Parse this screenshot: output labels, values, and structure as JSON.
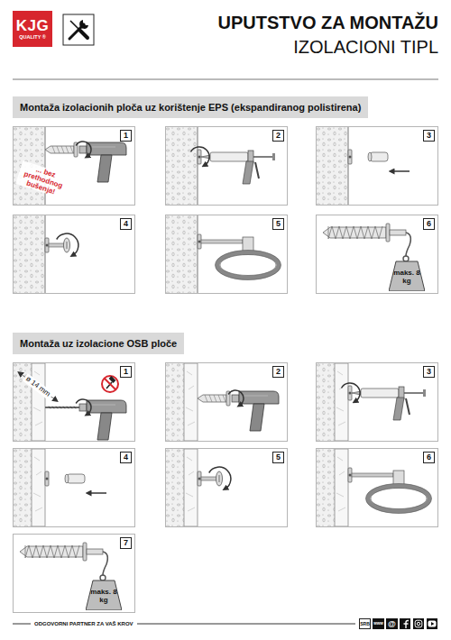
{
  "diagram": {
    "title": "UPUTSTVO ZA MONTAŽU",
    "nodes": [
      {
        "text": [
          "KJG",
          "QUALITY ®"
        ]
      },
      {
        "text": [
          "Montaža izolacionih ploča uz korištenje EPS (ekspandiranog polistirena)"
        ]
      },
      {
        "text": [
          "1"
        ]
      },
      {
        "text": [
          "2"
        ]
      },
      {
        "text": [
          "3"
        ]
      },
      {
        "text": [
          "4"
        ]
      },
      {
        "text": [
          "5"
        ]
      },
      {
        "text": [
          "6"
        ]
      },
      {
        "text": [
          "maks. 8 kg"
        ],
        "in": 7
      },
      {
        "text": [
          "Montaža uz izolacione OSB ploče"
        ]
      },
      {
        "text": [
          "1"
        ]
      },
      {
        "text": [
          "2"
        ]
      },
      {
        "text": [
          "3"
        ]
      },
      {
        "text": [
          "4"
        ]
      },
      {
        "text": [
          "5"
        ]
      },
      {
        "text": [
          "6"
        ]
      },
      {
        "text": [
          "7"
        ]
      },
      {
        "text": [
          "maks. 8 kg"
        ],
        "in": 16
      },
      {
        "text": [
          "SRB"
        ]
      },
      {
        "text": [
          "www"
        ]
      },
      {
        "text": [
          "@"
        ]
      }
    ],
    "labels": [
      "IZOLACIONI TIPL",
      "... bez prethodnog bušenja!",
      "ø 14 mm",
      "ODGOVORNI PARTNER ZA VAŠ KROV"
    ]
  }
}
